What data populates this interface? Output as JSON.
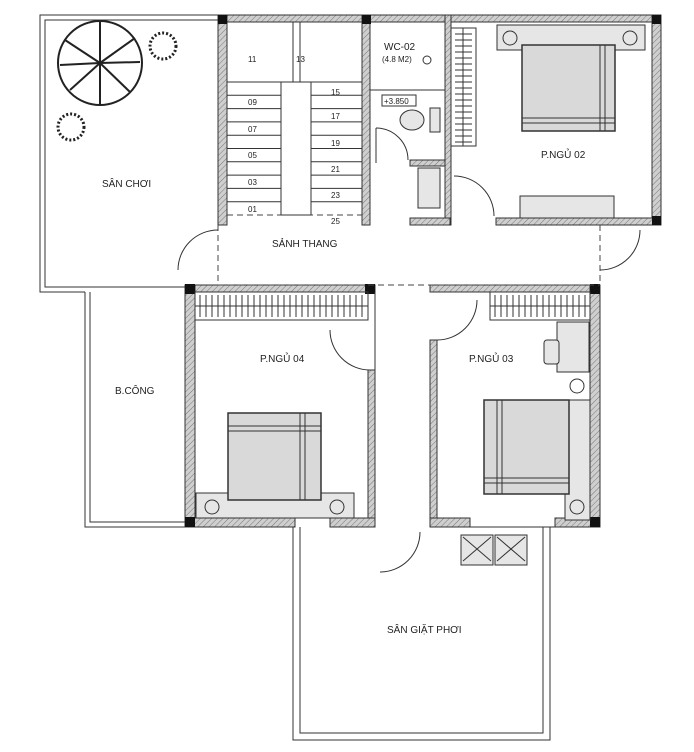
{
  "rooms": {
    "playground": "SÂN CHƠI",
    "balcony": "B.CÔNG",
    "stair_hall": "SẢNH THANG",
    "bedroom_02": "P.NGỦ 02",
    "bedroom_03": "P.NGỦ 03",
    "bedroom_04": "P.NGỦ 04",
    "laundry_yard": "SÂN GIẶT PHƠI",
    "wc": {
      "name": "WC-02",
      "area": "(4.8 M2)",
      "level": "+3.850"
    }
  },
  "stairs": {
    "left_steps": [
      "11",
      "09",
      "07",
      "05",
      "03",
      "01"
    ],
    "right_steps": [
      "13",
      "15",
      "17",
      "19",
      "21",
      "23",
      "25"
    ]
  }
}
